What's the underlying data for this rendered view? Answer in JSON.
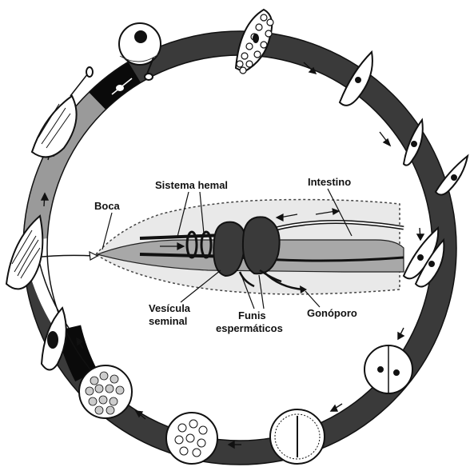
{
  "labels": {
    "boca": "Boca",
    "sistema_hemal": "Sistema hemal",
    "intestino": "Intestino",
    "vesicula_1": "Vesícula",
    "vesicula_2": "seminal",
    "funis_1": "Funis",
    "funis_2": "espermáticos",
    "gonoporo": "Gonóporo"
  },
  "colors": {
    "ring_dark": "#3a3a3a",
    "ring_light": "#9a9a9a",
    "ring_black": "#0a0a0a",
    "worm_fill": "#a8a8a8",
    "ink": "#111111"
  }
}
